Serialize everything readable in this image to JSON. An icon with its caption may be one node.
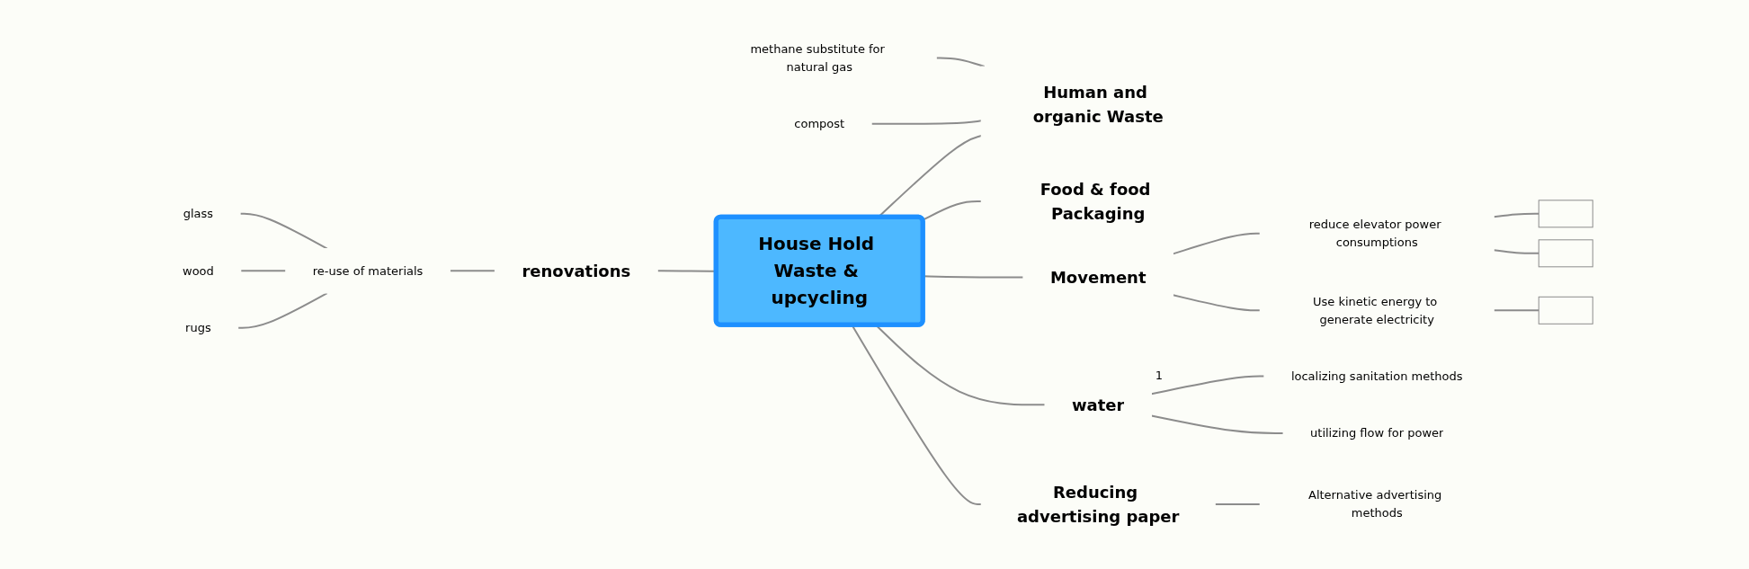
{
  "diagram": {
    "nodes": [
      {
        "text": [
          "House Hold Waste & upcycling"
        ]
      },
      {
        "text": [
          "Human and organic Waste"
        ]
      },
      {
        "text": [
          "compost"
        ]
      },
      {
        "text": [
          "methane substitute for natural gas"
        ]
      },
      {
        "text": [
          "Food & food Packaging"
        ]
      },
      {
        "text": [
          "Movement"
        ]
      },
      {
        "text": [
          "reduce elevator power consumptions"
        ]
      },
      {
        "text": [],
        "shape": "bar"
      },
      {
        "text": [],
        "shape": "bar"
      },
      {
        "text": [
          "Use kinetic energy to generate electricity"
        ]
      },
      {
        "text": [],
        "shape": "bar"
      },
      {
        "text": [
          "water"
        ],
        "beside": [
          "1"
        ]
      },
      {
        "text": [
          "localizing sanitation methods"
        ]
      },
      {
        "text": [
          "utilizing flow for power"
        ]
      },
      {
        "text": [
          "Reducing advertising paper"
        ]
      },
      {
        "text": [
          "Alternative advertising methods"
        ]
      },
      {
        "text": [
          "renovations"
        ]
      },
      {
        "text": [
          "re-use of materials"
        ]
      },
      {
        "text": [
          "rugs"
        ]
      },
      {
        "text": [
          "wood"
        ]
      },
      {
        "text": [
          "glass"
        ]
      }
    ],
    "edges": [
      {
        "from": 0,
        "to": 1,
        "arrow": "none"
      },
      {
        "from": 1,
        "to": 2,
        "arrow": "none"
      },
      {
        "from": 1,
        "to": 3,
        "arrow": "none"
      },
      {
        "from": 0,
        "to": 4,
        "arrow": "none"
      },
      {
        "from": 0,
        "to": 5,
        "arrow": "none"
      },
      {
        "from": 5,
        "to": 6,
        "arrow": "none"
      },
      {
        "from": 6,
        "to": 7,
        "arrow": "none"
      },
      {
        "from": 6,
        "to": 8,
        "arrow": "none"
      },
      {
        "from": 5,
        "to": 9,
        "arrow": "none"
      },
      {
        "from": 9,
        "to": 10,
        "arrow": "none"
      },
      {
        "from": 0,
        "to": 11,
        "arrow": "none"
      },
      {
        "from": 11,
        "to": 12,
        "arrow": "none"
      },
      {
        "from": 11,
        "to": 13,
        "arrow": "none"
      },
      {
        "from": 0,
        "to": 14,
        "arrow": "none"
      },
      {
        "from": 14,
        "to": 15,
        "arrow": "none"
      },
      {
        "from": 0,
        "to": 16,
        "arrow": "none"
      },
      {
        "from": 16,
        "to": 17,
        "arrow": "none"
      },
      {
        "from": 17,
        "to": 18,
        "arrow": "none"
      },
      {
        "from": 17,
        "to": 19,
        "arrow": "none"
      },
      {
        "from": 17,
        "to": 20,
        "arrow": "none"
      }
    ]
  }
}
